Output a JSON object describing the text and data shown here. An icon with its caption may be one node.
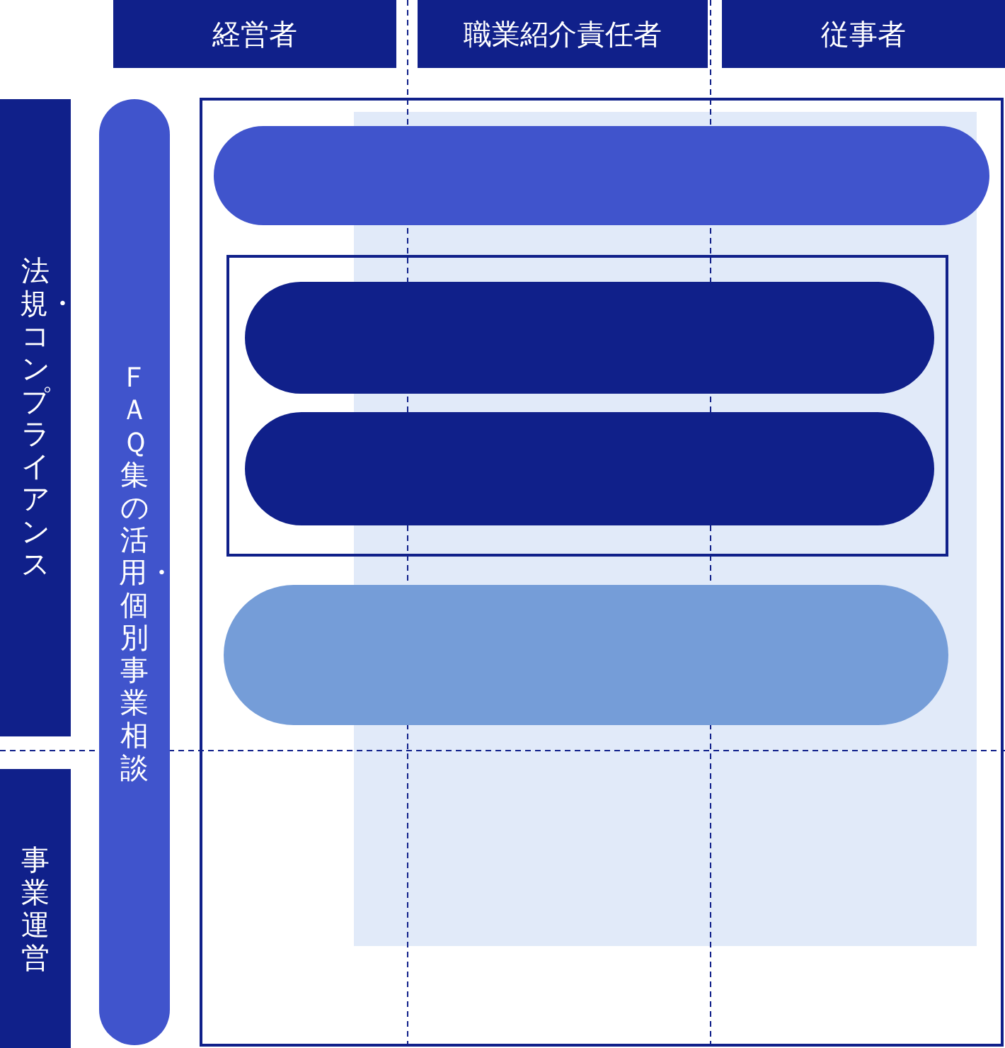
{
  "diagram": {
    "nodes": [
      {
        "text": [
          "経営者"
        ]
      },
      {
        "text": [
          "職業紹介責任者"
        ]
      },
      {
        "text": [
          "従事者"
        ]
      },
      {
        "text": [
          "法規・コンプライアンス"
        ]
      },
      {
        "text": [
          "事業運営"
        ]
      },
      {
        "text": [
          "ＦＡＱ集の活用・個別事業相談"
        ]
      },
      {
        "text": [],
        "shape": "box"
      },
      {
        "text": [],
        "shape": "bar",
        "in": 6
      },
      {
        "text": [],
        "shape": "box",
        "in": 6
      },
      {
        "text": [],
        "shape": "bar",
        "in": 8
      },
      {
        "text": [],
        "shape": "bar",
        "in": 8
      },
      {
        "text": [],
        "shape": "bar",
        "in": 6
      }
    ]
  }
}
